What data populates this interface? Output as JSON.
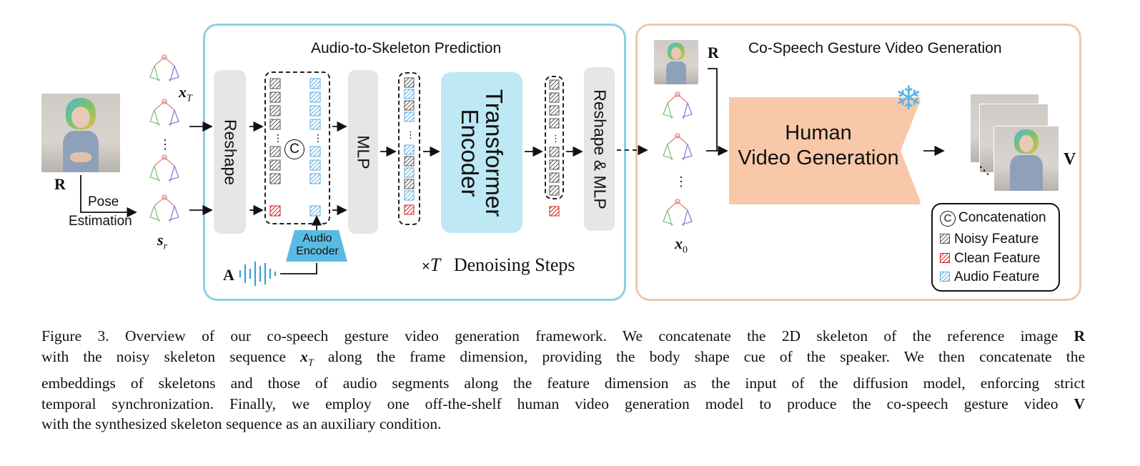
{
  "figure": {
    "panel_left_title": "Audio-to-Skeleton Prediction",
    "panel_right_title": "Co-Speech Gesture Video Generation",
    "reshape_label": "Reshape",
    "mlp_label": "MLP",
    "transformer_label": "Transformer\nEncoder",
    "reshape_mlp_label": "Reshape & MLP",
    "audio_encoder_label": "Audio\nEncoder",
    "concat_symbol": "C",
    "denoising_label": "Denoising Steps",
    "times_label": "×",
    "times_T": "T",
    "human_video_gen_line1": "Human",
    "human_video_gen_line2": "Video Generation",
    "symbol_R": "R",
    "symbol_R_right": "R",
    "symbol_A": "A",
    "symbol_V": "V",
    "symbol_xT": "x",
    "symbol_xT_sub": "T",
    "symbol_sr": "s",
    "symbol_sr_sub": "r",
    "symbol_x0": "x",
    "symbol_x0_sub": "0",
    "pose_label": "Pose",
    "estimation_label": "Estimation",
    "ellipsis": "⋮",
    "snowflake_icon": "❄",
    "colors": {
      "a2s_border": "#8cd0e6",
      "gen_border": "#f0c8a8",
      "transformer_fill": "#bde8f4",
      "generator_fill": "#f8c8a8",
      "noisy": "#555555",
      "clean": "#d42020",
      "audio": "#5aaee0"
    }
  },
  "legend": {
    "concat_symbol": "C",
    "concat": "Concatenation",
    "noisy": "Noisy Feature",
    "clean": "Clean Feature",
    "audio": "Audio Feature"
  },
  "caption": {
    "line1_a": "Figure 3.  Overview of our co-speech gesture video generation framework.  We concatenate the 2D skeleton of the reference image ",
    "line1_R": "R",
    "line2_a": "with the noisy skeleton sequence ",
    "line2_x": "x",
    "line2_T": "T",
    "line2_b": " along the frame dimension, providing the body shape cue of the speaker. We then concatenate the",
    "line3": "embeddings of skeletons and those of audio segments along the feature dimension as the input of the diffusion model, enforcing strict",
    "line4_a": "temporal synchronization. Finally, we employ one off-the-shelf human video generation model to produce the co-speech gesture video ",
    "line4_V": "V",
    "line5": "with the synthesized skeleton sequence as an auxiliary condition."
  }
}
